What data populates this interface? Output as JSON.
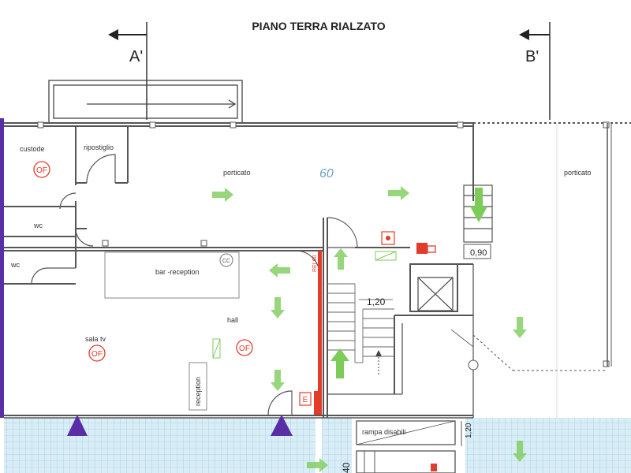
{
  "title": "PIANO TERRA RIALZATO",
  "section_markers": {
    "a": "A'",
    "b": "B'"
  },
  "rooms": {
    "custode": "custode",
    "ripostiglio": "ripostiglio",
    "porticato_main": "porticato",
    "porticato_right": "porticato",
    "wc_upper": "wc",
    "wc_lower": "wc",
    "bar_reception": "bar -reception",
    "hall": "hall",
    "sala_tv": "sala tv",
    "reception": "reception",
    "rampa": "rampa disabili"
  },
  "symbols": {
    "of": "OF",
    "exit": "E",
    "rei": "REI 60",
    "cc": "CC"
  },
  "dimensions": {
    "stair": "1,20",
    "landing": "0,90",
    "ramp_width": "1,20",
    "bottom": "40"
  },
  "handwritten": "60",
  "colors": {
    "wall": "#555555",
    "arrow_green": "#7dcc5a",
    "fire_red": "#e23b2a",
    "purple": "#5a2ea6",
    "tile": "#a9d3e6"
  }
}
